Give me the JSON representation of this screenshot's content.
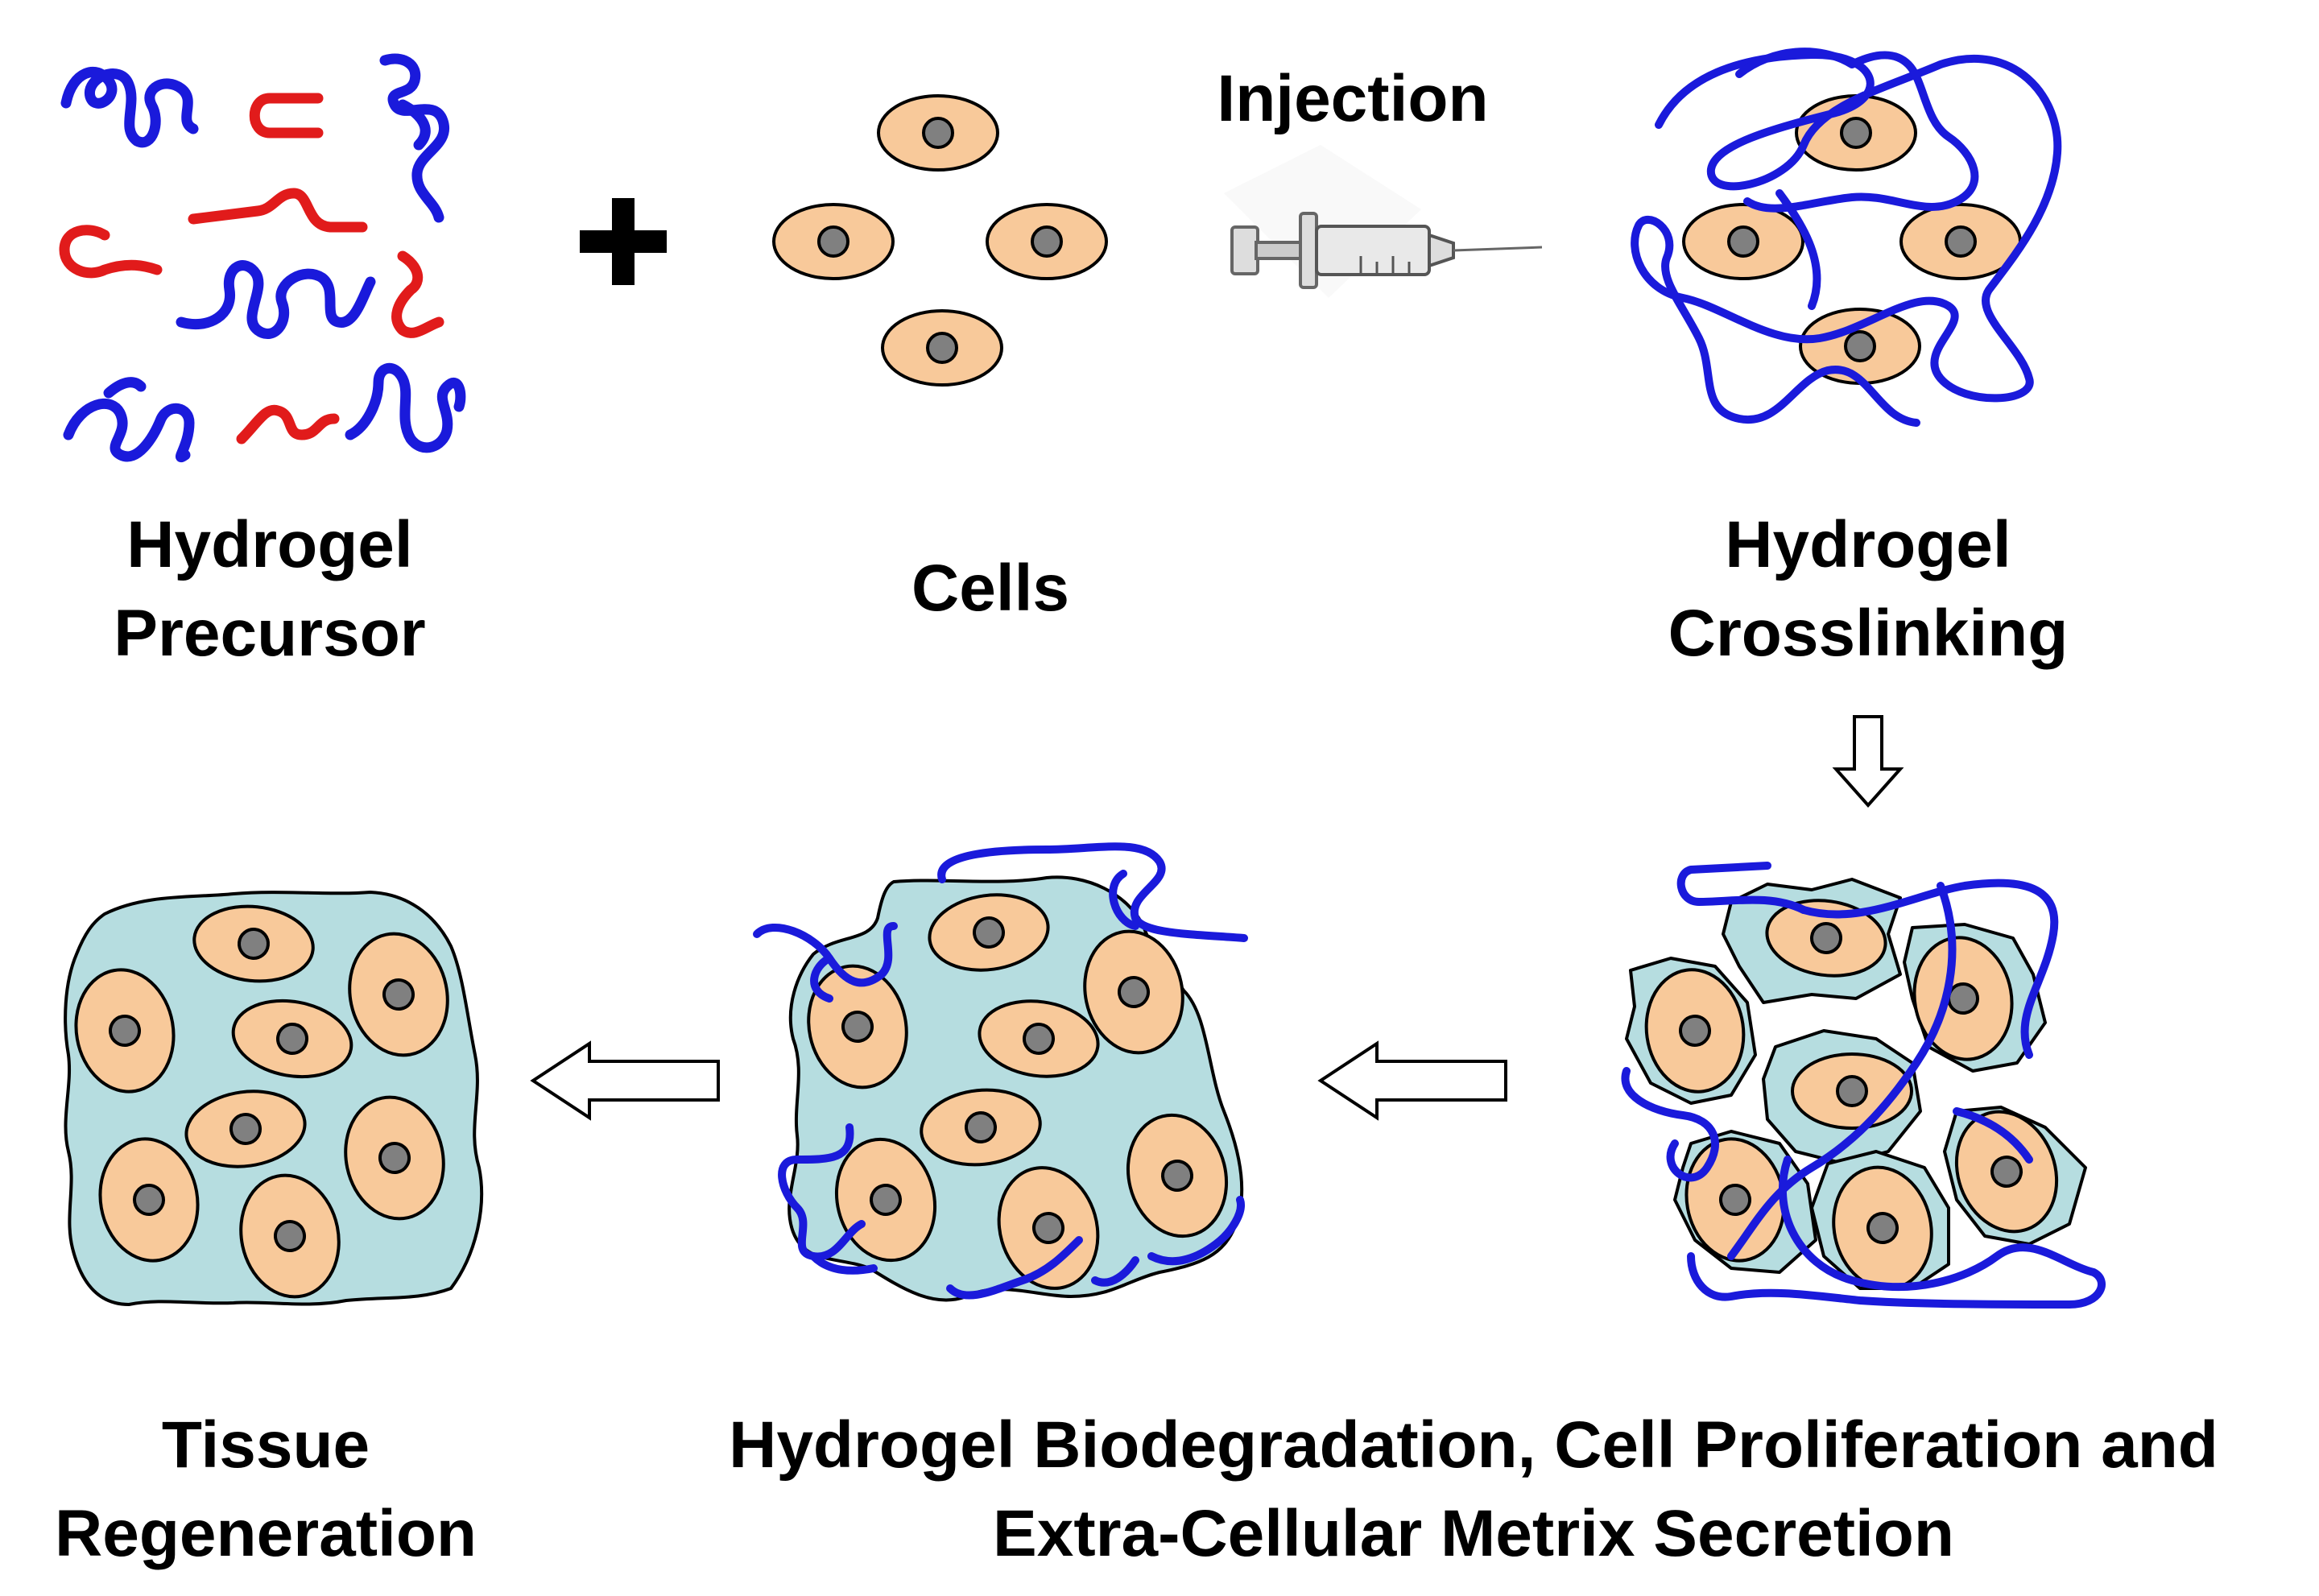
{
  "labels": {
    "precursor": [
      "Hydrogel",
      "Precursor"
    ],
    "cells": "Cells",
    "injection": "Injection",
    "crosslinking": [
      "Hydrogel",
      "Crosslinking"
    ],
    "tissue": [
      "Tissue",
      "Regeneration"
    ],
    "biodegradation": [
      "Hydrogel Biodegradation, Cell Proliferation and",
      "Extra-Cellular Metrix Secretion"
    ]
  },
  "colors": {
    "polymer_blue": "#1a1adb",
    "polymer_red": "#e11b1b",
    "cell_fill": "#f8c99a",
    "nucleus_fill": "#808080",
    "matrix_fill": "#b6dde0",
    "outline": "#000000",
    "arrow_fill": "#ffffff"
  },
  "icons": {
    "plus": "plus-icon",
    "syringe": "syringe-icon",
    "arrow_down": "arrow-down-icon",
    "arrow_left": "arrow-left-icon"
  }
}
